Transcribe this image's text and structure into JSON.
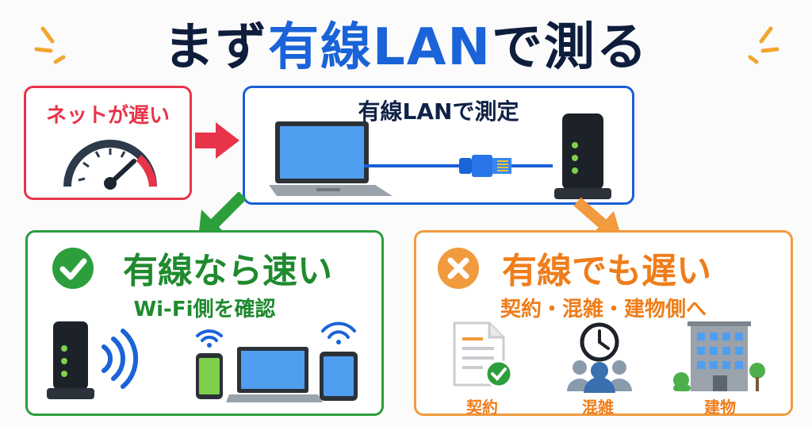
{
  "title": {
    "part1": "まず",
    "accent": "有線LAN",
    "part2": "で測る"
  },
  "slow_box": {
    "label": "ネットが遅い",
    "icon": "speedometer-icon"
  },
  "lan_box": {
    "label": "有線LANで測定"
  },
  "ok_box": {
    "title": "有線なら速い",
    "subtitle": "Wi-Fi側を確認",
    "icon": "check-circle-icon"
  },
  "ng_box": {
    "title": "有線でも遅い",
    "subtitle": "契約・混雑・建物側へ",
    "icon": "x-circle-icon",
    "items": [
      {
        "label": "契約",
        "icon": "contract-document-icon"
      },
      {
        "label": "混雑",
        "icon": "crowd-clock-icon"
      },
      {
        "label": "建物",
        "icon": "building-icon"
      }
    ]
  },
  "colors": {
    "navy": "#0f1d3d",
    "blue": "#1a63d8",
    "red": "#e8344a",
    "green": "#2c9e3b",
    "orange": "#f19a3e"
  }
}
